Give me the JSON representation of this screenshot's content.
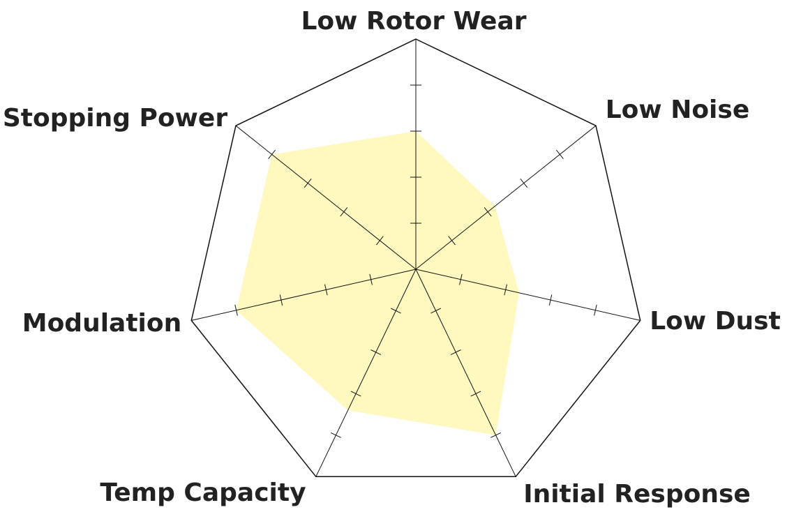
{
  "chart_data": {
    "type": "radar",
    "axes": [
      "Low Rotor Wear",
      "Low Noise",
      "Low Dust",
      "Initial Response",
      "Temp Capacity",
      "Modulation",
      "Stopping Power"
    ],
    "scale_max": 5,
    "tick_count": 5,
    "series": [
      {
        "values": [
          3.0,
          2.2,
          2.3,
          4.0,
          3.4,
          4.0,
          4.0
        ],
        "color": "#fff9c0"
      }
    ],
    "colors": {
      "fill": "#fff9c0",
      "grid": "#111111",
      "label": "#222222"
    }
  }
}
